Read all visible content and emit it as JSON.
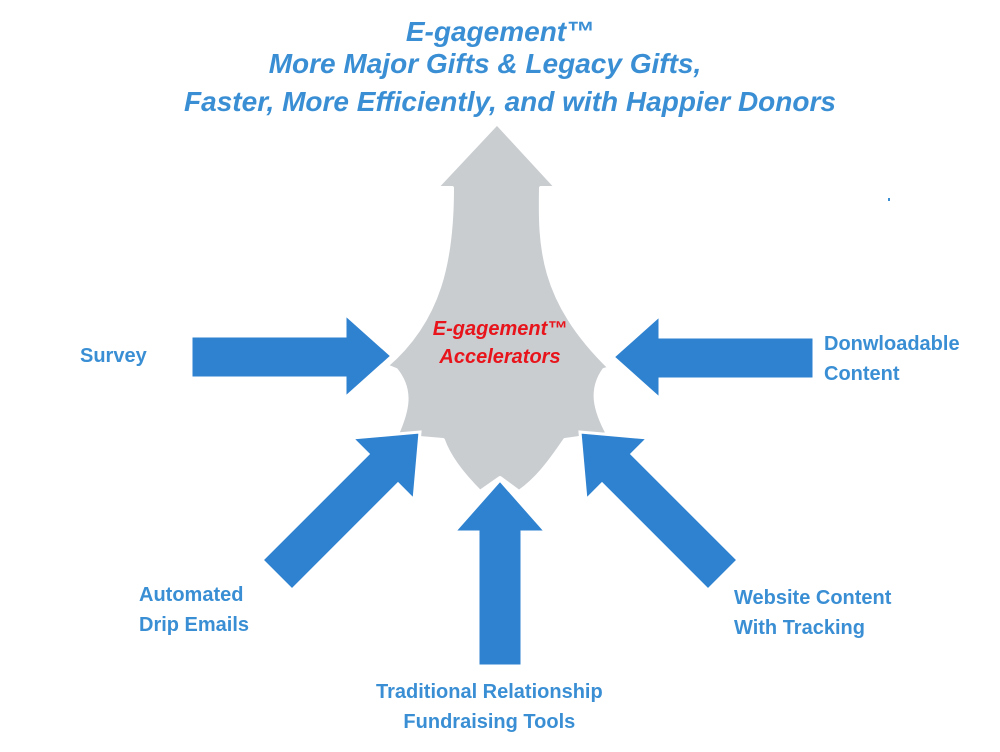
{
  "header": {
    "title_line_1": "E-gagement™",
    "title_line_2": "More Major Gifts & Legacy Gifts,",
    "title_line_3": "Faster, More Efficiently, and with Happier Donors"
  },
  "center": {
    "line_1": "E-gagement™",
    "line_2": "Accelerators"
  },
  "sources": {
    "survey": {
      "line_1": "Survey"
    },
    "downloadable": {
      "line_1": "Donwloadable",
      "line_2": "Content"
    },
    "drip": {
      "line_1": "Automated",
      "line_2": "Drip Emails"
    },
    "website": {
      "line_1": "Website Content",
      "line_2": "With Tracking"
    },
    "traditional": {
      "line_1": "Traditional Relationship",
      "line_2": "Fundraising Tools"
    }
  },
  "colors": {
    "arrow_blue": "#2e82d0",
    "arrow_gray": "#c9cdd0",
    "title_blue": "#3a8fd4",
    "accent_red": "#e8141b"
  }
}
